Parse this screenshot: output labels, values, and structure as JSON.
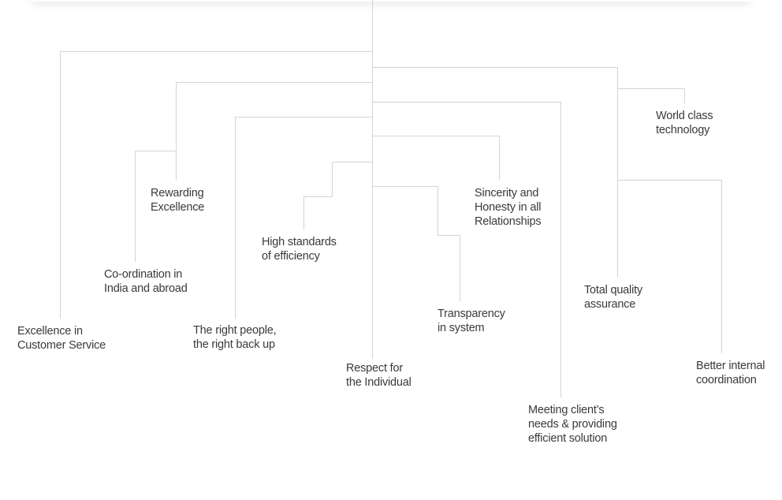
{
  "diagram": {
    "line_color": "#d4d4d4",
    "text_color": "#3a3a3a",
    "labels": {
      "excellence_customer_service": [
        "Excellence in",
        "Customer Service"
      ],
      "coordination_india_abroad": [
        "Co-ordination in",
        "India and abroad"
      ],
      "rewarding_excellence": [
        "Rewarding",
        "Excellence"
      ],
      "right_people": [
        "The right people,",
        "the right back up"
      ],
      "high_standards": [
        "High standards",
        "of efficiency"
      ],
      "respect_individual": [
        "Respect for",
        "the Individual"
      ],
      "transparency": [
        "Transparency",
        "in system"
      ],
      "sincerity_honesty": [
        "Sincerity and",
        "Honesty in all",
        "Relationships"
      ],
      "meeting_client_needs": [
        "Meeting client’s",
        "needs & providing",
        "efficient solution"
      ],
      "total_quality": [
        "Total quality",
        "assurance"
      ],
      "world_class_technology": [
        "World class",
        "technology"
      ],
      "better_internal_coordination": [
        "Better internal",
        "coordination"
      ]
    }
  }
}
